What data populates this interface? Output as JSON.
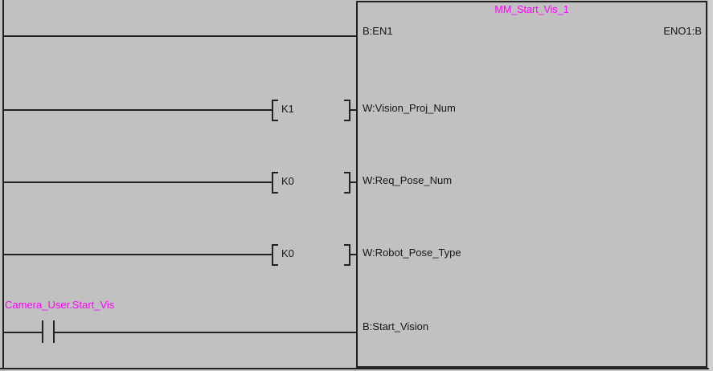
{
  "ladder": {
    "function_block": {
      "instance_name": "MM_Start_Vis_1",
      "en_input_label": "B:EN1",
      "eno_output_label": "ENO1:B",
      "word_inputs": [
        "W:Vision_Proj_Num",
        "W:Req_Pose_Num",
        "W:Robot_Pose_Type"
      ],
      "bool_input_label": "B:Start_Vision"
    },
    "constants": [
      "K1",
      "K0",
      "K0"
    ],
    "contact": {
      "label": "Camera_User.Start_Vis",
      "type": "normally-open"
    },
    "colors": {
      "background": "#c1c1c1",
      "wire": "#222222",
      "label_text": "#151515",
      "identifier_magenta": "#ff00ff",
      "right_margin_strip": "#cfcfcf"
    }
  }
}
